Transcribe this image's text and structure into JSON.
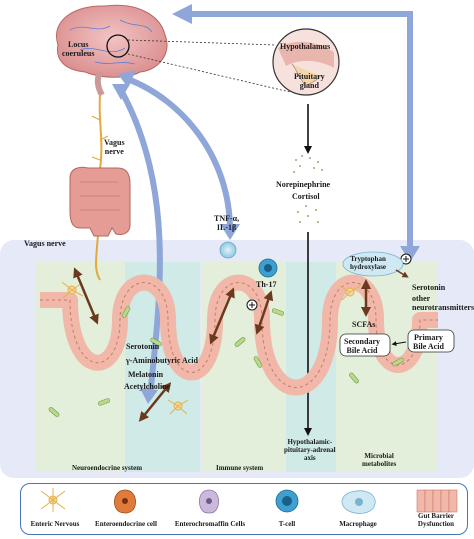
{
  "labels": {
    "locus_coeruleus": "Locus\ncoeruleus",
    "hypothalamus": "Hypothalamus",
    "pituitary_gland": "Pituitary\ngland",
    "vagus_nerve_upper": "Vagus\nnerve",
    "vagus_nerve_lower": "Vagus nerve",
    "norepinephrine": "Norepinephrine",
    "cortisol": "Cortisol",
    "tnf_il": "TNF-α,\nIL-1β",
    "th17": "Th-17",
    "tryptophan_hydroxylase": "Tryptophan\nhydroxylase",
    "serotonin_right": "Serotonin",
    "other_neurotransmitters": "other\nneurotransmitters",
    "scfas": "SCFAs",
    "secondary_bile_acid": "Secondary\nBile Acid",
    "primary_bile_acid": "Primary\nBile Acid",
    "serotonin_left": "Serotonin",
    "gaba": "γ-Aminobutyric Acid",
    "melatonin": "Melatonin",
    "acetylcholine": "Acetylcholine",
    "hpa_axis": "Hypothalamic-\npituitary-adrenal\naxis"
  },
  "panels": {
    "neuroendocrine": "Neuroendocrine system",
    "immune": "Immune system",
    "microbial": "Microbial\nmetabolites"
  },
  "legend": [
    {
      "label": "Enteric Nervous",
      "icon": "neuron-icon"
    },
    {
      "label": "Enteroendocrine cell",
      "icon": "enteroendocrine-cell-icon"
    },
    {
      "label": "Enterochromaffin Cells",
      "icon": "enterochromaffin-cell-icon"
    },
    {
      "label": "T-cell",
      "icon": "t-cell-icon"
    },
    {
      "label": "Macrophage",
      "icon": "macrophage-icon"
    },
    {
      "label": "Gut Barrier\nDysfunction",
      "icon": "gut-barrier-icon"
    }
  ],
  "colors": {
    "arrow_blue": "#8fa6d8",
    "background_blue": "#e6e9f7",
    "panel_green": "#e3efd9",
    "panel_teal": "#cdeae6",
    "intestine_pink": "#f1b7a8",
    "legend_border": "#4a74b8"
  }
}
